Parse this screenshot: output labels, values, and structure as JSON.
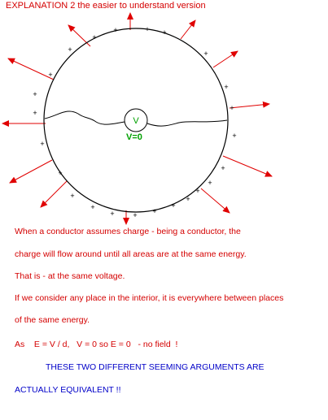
{
  "title": "EXPLANATION 2   the easier to understand version",
  "diagram": {
    "voltmeter_symbol": "V",
    "voltage_label": "V=0",
    "charge_symbol": "+",
    "colors": {
      "field_arrow": "#e00000",
      "voltage_label": "#00a000",
      "text": "#d40000",
      "conclusion": "#0000c8"
    }
  },
  "explanation": {
    "line1": "When a conductor assumes charge - being a conductor, the",
    "line2": " charge will flow around until all areas are at the same energy.",
    "line3": "That is - at the same voltage.",
    "line4": "If we consider any place in the interior, it is everywhere between places",
    "line5": "of the same energy.",
    "line6": "As    E = V / d,   V = 0 so E = 0   - no field  !"
  },
  "conclusion": {
    "line1": "THESE TWO DIFFERENT SEEMING ARGUMENTS ARE",
    "line2": "ACTUALLY EQUIVALENT  !!"
  }
}
